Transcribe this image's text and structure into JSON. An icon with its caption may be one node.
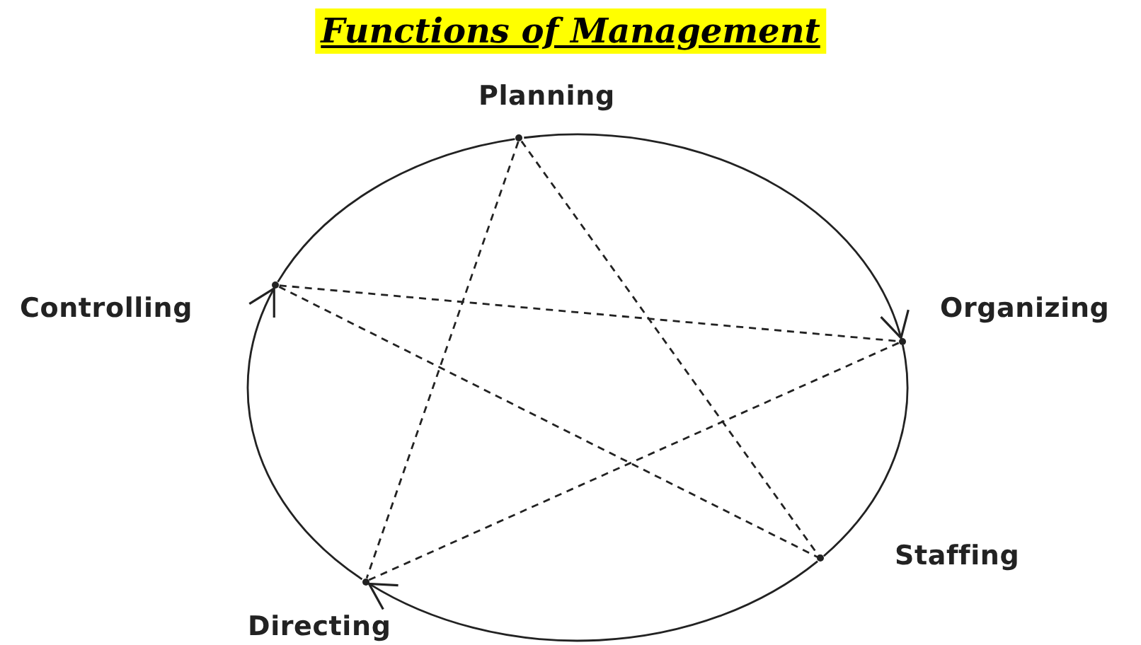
{
  "diagram": {
    "title": "Functions of Management",
    "nodes": [
      {
        "text": [],
        "shape": "point",
        "beside": [
          "Planning"
        ]
      },
      {
        "text": [],
        "shape": "point",
        "beside": [
          "Organizing"
        ]
      },
      {
        "text": [],
        "shape": "point",
        "beside": [
          "Staffing"
        ]
      },
      {
        "text": [],
        "shape": "point",
        "beside": [
          "Directing"
        ]
      },
      {
        "text": [],
        "shape": "point",
        "beside": [
          "Controlling"
        ]
      }
    ],
    "edges": [
      {
        "from": 0,
        "to": 1,
        "arrow": "to"
      },
      {
        "from": 1,
        "to": 2,
        "arrow": "none"
      },
      {
        "from": 2,
        "to": 3,
        "arrow": "to"
      },
      {
        "from": 3,
        "to": 4,
        "arrow": "to"
      },
      {
        "from": 4,
        "to": 0,
        "arrow": "none"
      },
      {
        "from": 0,
        "to": 2,
        "arrow": "none",
        "style": "dashed"
      },
      {
        "from": 0,
        "to": 3,
        "arrow": "none",
        "style": "dashed"
      },
      {
        "from": 4,
        "to": 1,
        "arrow": "none",
        "style": "dashed"
      },
      {
        "from": 4,
        "to": 2,
        "arrow": "none",
        "style": "dashed"
      },
      {
        "from": 1,
        "to": 3,
        "arrow": "none",
        "style": "dashed"
      }
    ]
  }
}
